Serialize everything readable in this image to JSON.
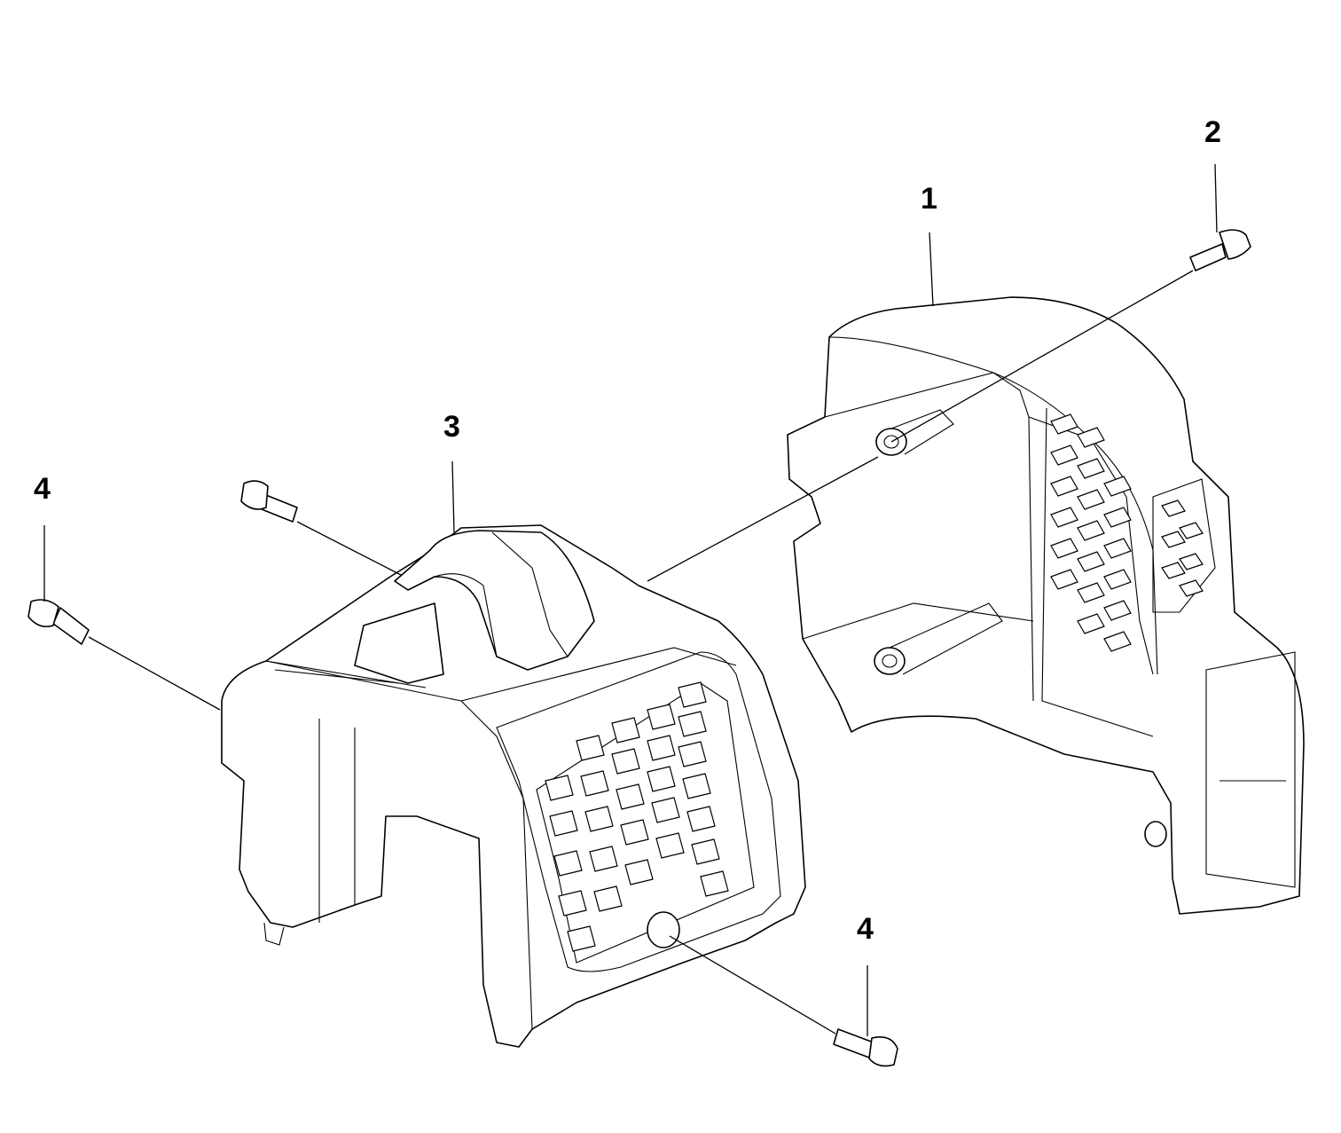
{
  "callouts": {
    "c1": "1",
    "c2": "2",
    "c3": "3",
    "c4_left": "4",
    "c4_bottom": "4"
  },
  "colors": {
    "line": "#000000",
    "background": "#ffffff"
  }
}
